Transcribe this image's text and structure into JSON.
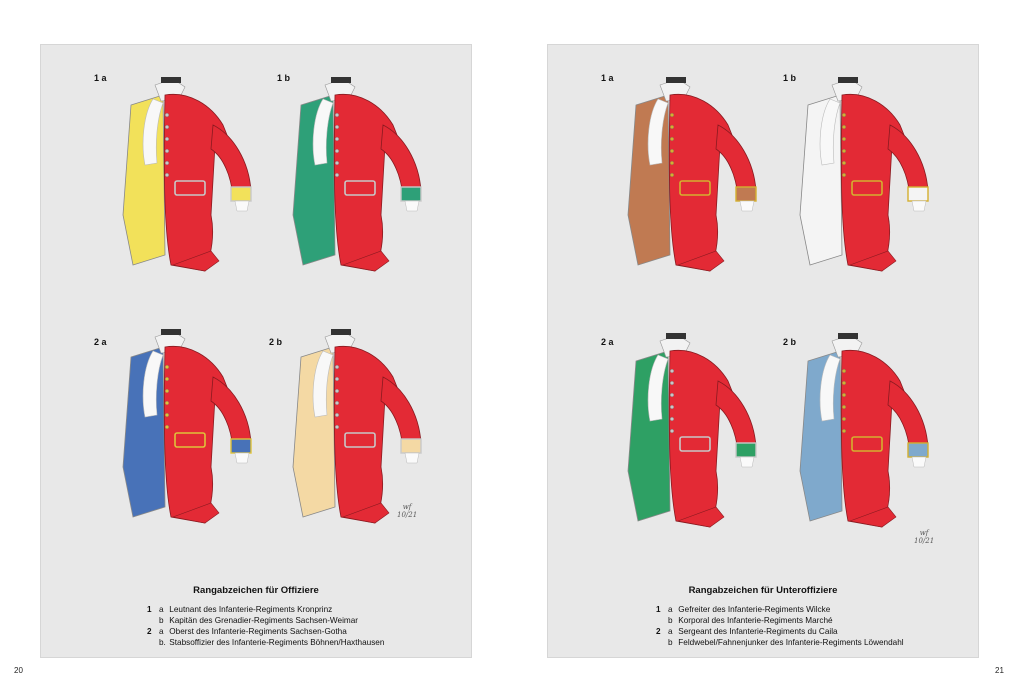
{
  "left_page": {
    "page_number": "20",
    "figures": [
      {
        "label": "1 a",
        "coat": "#e32a35",
        "vest": "#f2e15a",
        "trim": "#c8c8c8"
      },
      {
        "label": "1 b",
        "coat": "#e32a35",
        "vest": "#2ea078",
        "trim": "#c8c8c8"
      },
      {
        "label": "2 a",
        "coat": "#e32a35",
        "vest": "#4872b8",
        "trim": "#e0c23a"
      },
      {
        "label": "2 b",
        "coat": "#e32a35",
        "vest": "#f4d9a4",
        "trim": "#c8c8c8"
      }
    ],
    "signature": [
      "wf",
      "10/21"
    ],
    "caption": {
      "title": "Rangabzeichen für Offiziere",
      "rows": [
        {
          "num": "1",
          "letter": "a",
          "text": "Leutnant des Infanterie-Regiments Kronprinz"
        },
        {
          "num": "",
          "letter": "b",
          "text": "Kapitän des Grenadier-Regiments Sachsen-Weimar"
        },
        {
          "num": "2",
          "letter": "a",
          "text": "Oberst des Infanterie-Regiments Sachsen-Gotha"
        },
        {
          "num": "",
          "letter": "b.",
          "text": "Stabsoffizier des Infanterie-Regiments Böhnen/Haxthausen"
        }
      ]
    }
  },
  "right_page": {
    "page_number": "21",
    "figures": [
      {
        "label": "1 a",
        "coat": "#e32a35",
        "vest": "#c07a52",
        "trim": "#d4b030"
      },
      {
        "label": "1 b",
        "coat": "#e32a35",
        "vest": "#f4f4f4",
        "trim": "#d4b030"
      },
      {
        "label": "2 a",
        "coat": "#e32a35",
        "vest": "#2ea064",
        "trim": "#c8c8c8"
      },
      {
        "label": "2 b",
        "coat": "#e32a35",
        "vest": "#7fa9cc",
        "trim": "#d4b030"
      }
    ],
    "signature": [
      "wf",
      "10/21"
    ],
    "caption": {
      "title": "Rangabzeichen für Unteroffiziere",
      "rows": [
        {
          "num": "1",
          "letter": "a",
          "text": "Gefreiter des Infanterie-Regiments Wilcke"
        },
        {
          "num": "",
          "letter": "b",
          "text": "Korporal des Infanterie-Regiments Marché"
        },
        {
          "num": "2",
          "letter": "a",
          "text": "Sergeant des Infanterie-Regiments du Caila"
        },
        {
          "num": "",
          "letter": "b",
          "text": "Feldwebel/Fahnenjunker des Infanterie-Regiments Löwendahl"
        }
      ]
    }
  }
}
